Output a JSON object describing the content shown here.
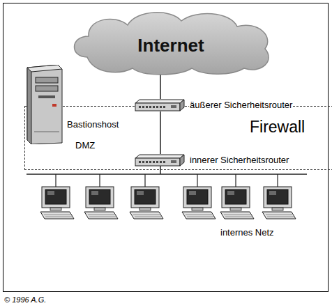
{
  "diagram": {
    "nodes": [
      {
        "text": [
          "Internet"
        ]
      },
      {
        "text": [
          "Firewall"
        ]
      },
      {
        "text": [
          "Bastionshost"
        ],
        "in": 1
      },
      {
        "text": [
          "äußerer Sicherheitsrouter"
        ],
        "in": 1
      },
      {
        "text": [
          "innerer Sicherheitsrouter"
        ],
        "in": 1
      }
    ],
    "edges": [
      {
        "from": 0,
        "to": 3,
        "arrow": "none"
      },
      {
        "from": 3,
        "to": 4,
        "arrow": "none"
      }
    ],
    "labels": [
      "DMZ",
      "internes Netz",
      "© 1996 A.G."
    ]
  }
}
